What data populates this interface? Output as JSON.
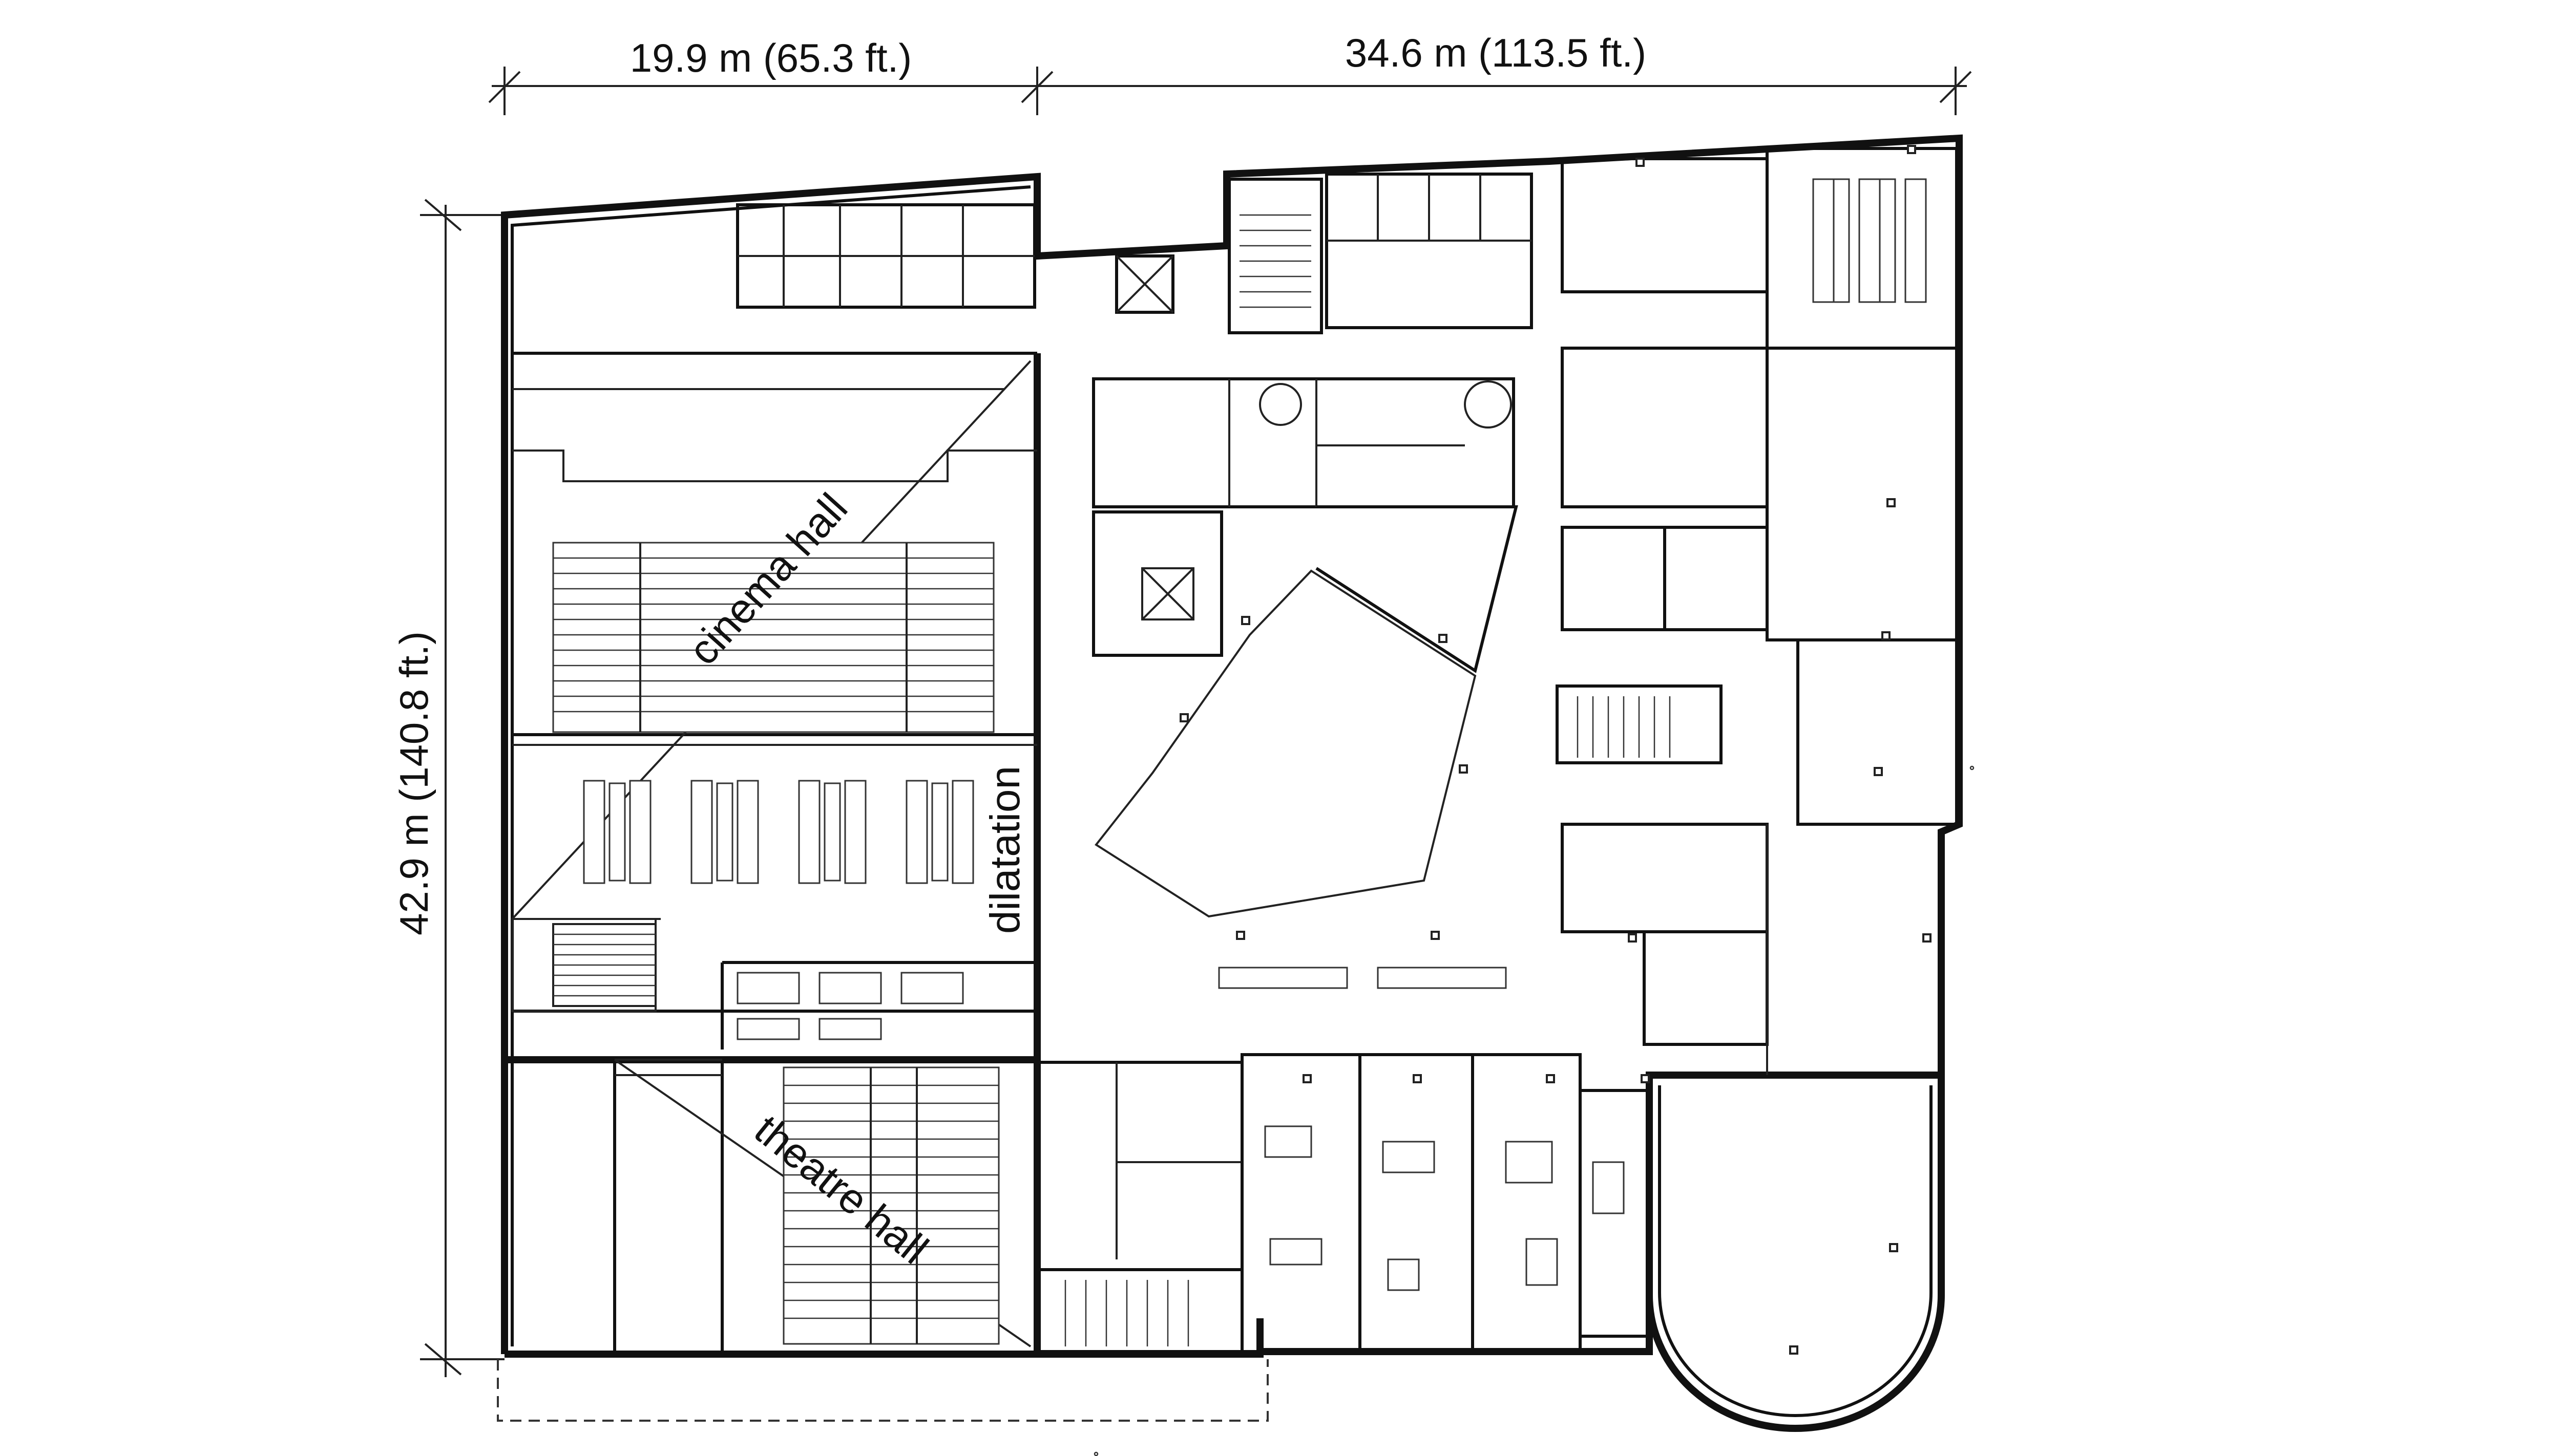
{
  "dimensions": {
    "width_top_left": "19.9 m (65.3 ft.)",
    "width_top_right": "34.6 m (113.5 ft.)",
    "height_left": "42.9 m (140.8 ft.)"
  },
  "rooms": {
    "cinema": "cinema hall",
    "theatre": "theatre hall",
    "dilatation": "dilatation"
  }
}
